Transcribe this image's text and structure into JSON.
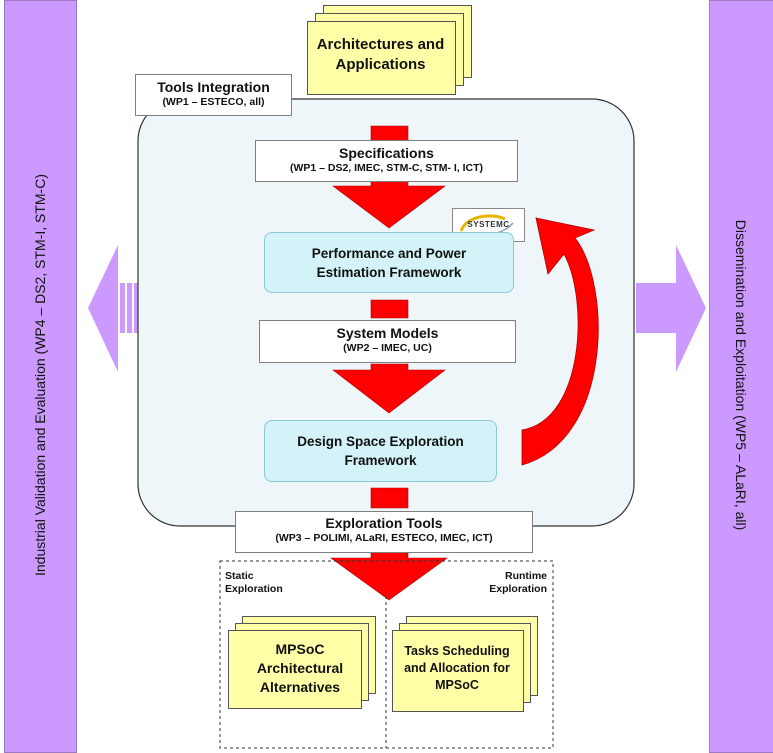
{
  "left_bar": {
    "label": "Industrial Validation and Evaluation (WP4 – DS2, STM-I, STM-C)"
  },
  "right_bar": {
    "label": "Dissemination and Exploitation (WP5 – ALaRI, all)"
  },
  "inputs": {
    "title": "Architectures and Applications"
  },
  "tools_integration": {
    "title": "Tools Integration",
    "sub": "(WP1 – ESTECO, all)"
  },
  "specifications": {
    "title": "Specifications",
    "sub": "(WP1 – DS2, IMEC, STM-C, STM- I, ICT)"
  },
  "systemc_logo": {
    "text": "SYSTEMC"
  },
  "performance_framework": {
    "title": "Performance and Power Estimation Framework"
  },
  "system_models": {
    "title": "System Models",
    "sub": "(WP2 – IMEC, UC)"
  },
  "design_space_framework": {
    "title": "Design Space Exploration Framework"
  },
  "exploration_tools": {
    "title": "Exploration Tools",
    "sub": "(WP3 – POLIMI, ALaRI, ESTECO, IMEC, ICT)"
  },
  "static_exploration": {
    "label": "Static Exploration",
    "doc": "MPSoC Architectural Alternatives"
  },
  "runtime_exploration": {
    "label": "Runtime Exploration",
    "doc": "Tasks Scheduling and Allocation for MPSoC"
  },
  "colors": {
    "sidebar": "#cc99ff",
    "arrow": "#ff0000",
    "framework_fill": "#d3f3f8",
    "document_fill": "#ffffa8"
  }
}
